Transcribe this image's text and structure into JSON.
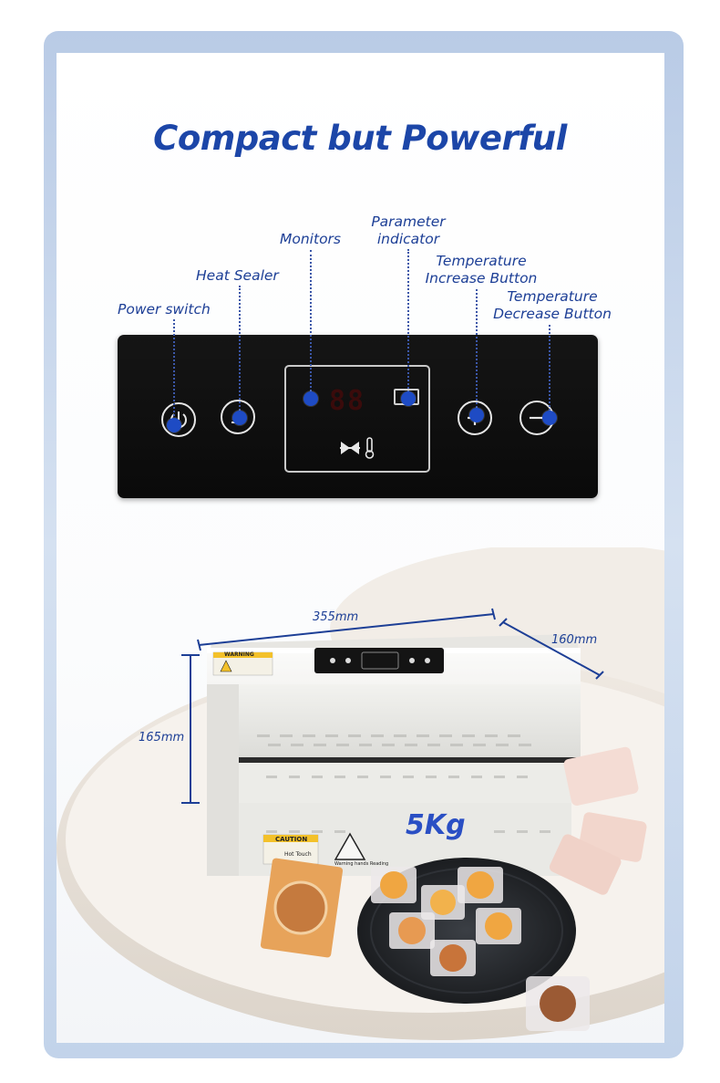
{
  "title": "Compact but Powerful",
  "labels": {
    "power_switch": "Power switch",
    "heat_sealer": "Heat Sealer",
    "monitors": "Monitors",
    "parameter_indicator_1": "Parameter",
    "parameter_indicator_2": "indicator",
    "temp_increase_1": "Temperature",
    "temp_increase_2": "Increase Button",
    "temp_decrease_1": "Temperature",
    "temp_decrease_2": "Decrease Button"
  },
  "display": {
    "digits": "88"
  },
  "dimensions": {
    "width": "355mm",
    "depth": "160mm",
    "height": "165mm",
    "weight": "5Kg"
  },
  "machine_labels": {
    "warning": "WARNING",
    "caution": "CAUTION",
    "hot_touch": "Hot Touch",
    "warning_hands": "Warning hands Reading"
  },
  "colors": {
    "title": "#1c46a8",
    "label": "#1d3f96",
    "accent_dot": "#1e4bc4",
    "panel": "#0f0f0f"
  },
  "icons": [
    "power-icon",
    "heat-seal-icon",
    "plus-icon",
    "minus-icon",
    "valve-icon",
    "thermometer-icon"
  ]
}
